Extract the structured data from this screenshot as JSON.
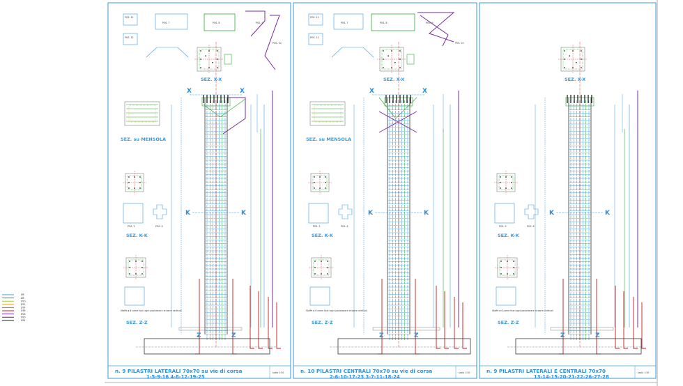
{
  "legend": {
    "items": [
      {
        "label": "Ø6",
        "color": "#2aa0d8"
      },
      {
        "label": "Ø8",
        "color": "#28b030"
      },
      {
        "label": "Ø10",
        "color": "#9acd32"
      },
      {
        "label": "Ø12",
        "color": "#d8a020"
      },
      {
        "label": "Ø14",
        "color": "#e06020"
      },
      {
        "label": "Ø16",
        "color": "#c81818"
      },
      {
        "label": "Ø18",
        "color": "#8a2be2"
      },
      {
        "label": "Ø20",
        "color": "#5a1a8a"
      },
      {
        "label": "Ø24",
        "color": "#222222"
      }
    ]
  },
  "sheets": [
    {
      "title": "n. 9 PILASTRI LATERALI 70x70 su vie di corsa",
      "numbers": "1-5-9-16   4-8-12-19-25",
      "scale": "scala 1:50",
      "has_bracket": true,
      "sections": {
        "xx": "SEZ. X-X",
        "mensola": "SEZ. su MENSOLA",
        "kk": "SEZ. K-K",
        "zz": "SEZ. Z-Z"
      },
      "markers": {
        "x": "X",
        "k": "K",
        "z": "Z"
      },
      "note": "Staffe ø 6 come fuori ogni posizionare le barre verticali",
      "positions": [
        "POS. 11",
        "POS. 12",
        "POS. 7",
        "POS. 8",
        "POS. 9",
        "POS. 10",
        "POS. 5",
        "POS. 6"
      ]
    },
    {
      "title": "n. 10 PILASTRI CENTRALI 70x70 su vie di corsa",
      "numbers": "2-6-10-17-23   3-7-11-18-24",
      "scale": "scala 1:50",
      "has_bracket": true,
      "sections": {
        "xx": "SEZ. X-X",
        "mensola": "SEZ. su MENSOLA",
        "kk": "SEZ. K-K",
        "zz": "SEZ. Z-Z"
      },
      "markers": {
        "x": "X",
        "k": "K",
        "z": "Z"
      },
      "note": "Staffe ø 6 come fuori ogni posizionare le barre verticali",
      "positions": [
        "POS. 11",
        "POS. 12",
        "POS. 7",
        "POS. 8",
        "POS. 9",
        "POS. 10",
        "POS. 5",
        "POS. 6"
      ]
    },
    {
      "title": "n. 9 PILASTRI LATERALI E CENTRALI 70x70",
      "numbers": "13-14-15-20-21-22-26-27-28",
      "scale": "scala 1:50",
      "has_bracket": false,
      "sections": {
        "xx": "SEZ. X-X",
        "mensola": "",
        "kk": "SEZ. K-K",
        "zz": "SEZ. Z-Z"
      },
      "markers": {
        "x": "",
        "k": "K",
        "z": "Z"
      },
      "note": "Staffe ø 6 come fuori ogni posizionare le barre verticali",
      "positions": [
        "",
        "",
        "",
        "",
        "",
        "",
        "POS. 5",
        "POS. 6"
      ]
    }
  ]
}
